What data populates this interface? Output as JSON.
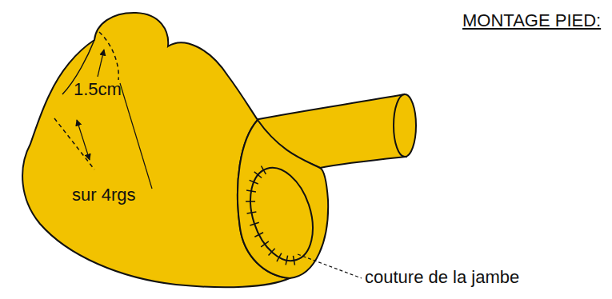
{
  "diagram": {
    "title": "MONTAGE PIED:",
    "labels": [
      "1.5cm",
      "sur 4rgs",
      "couture de la jambe"
    ]
  }
}
